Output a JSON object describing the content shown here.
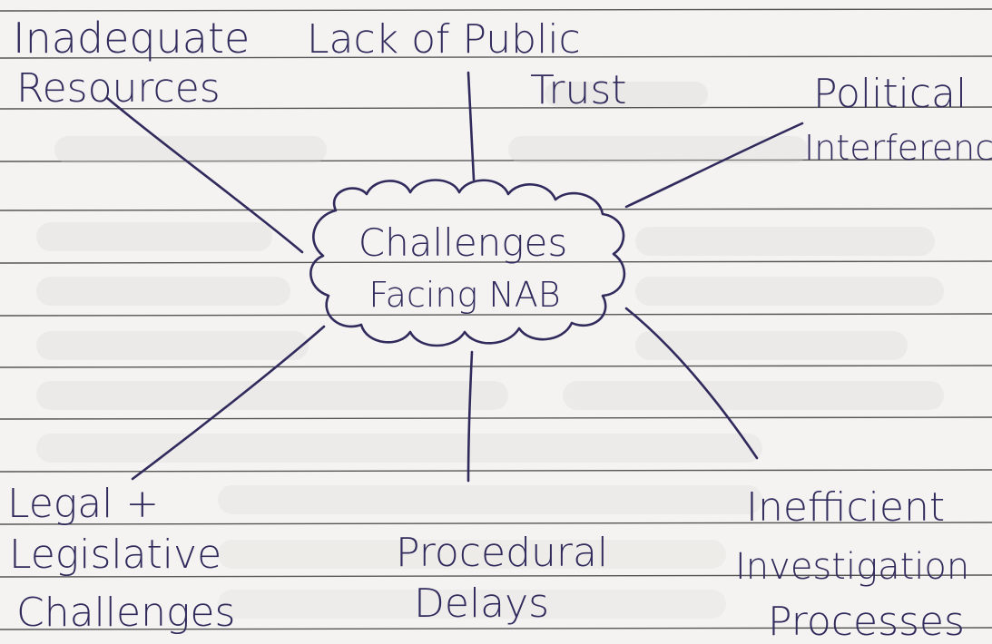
{
  "center": {
    "lines": [
      "Challenges",
      "Facing NAB"
    ]
  },
  "branches": [
    {
      "id": "inadequate-resources",
      "lines": [
        "Inadequate",
        "Resources"
      ]
    },
    {
      "id": "lack-of-public-trust",
      "lines": [
        "Lack of Public",
        "Trust"
      ]
    },
    {
      "id": "political-interference",
      "lines": [
        "Political",
        "Interference"
      ]
    },
    {
      "id": "legal-legislative-challenges",
      "lines": [
        "Legal +",
        "Legislative",
        "Challenges"
      ]
    },
    {
      "id": "procedural-delays",
      "lines": [
        "Procedural",
        "Delays"
      ]
    },
    {
      "id": "inefficient-investigation-processes",
      "lines": [
        "Inefficient",
        "Investigation",
        "Processes"
      ]
    }
  ],
  "colors": {
    "ink": "#302b5c",
    "paper": "#f4f3f1",
    "rule": "#3a3a3a"
  }
}
